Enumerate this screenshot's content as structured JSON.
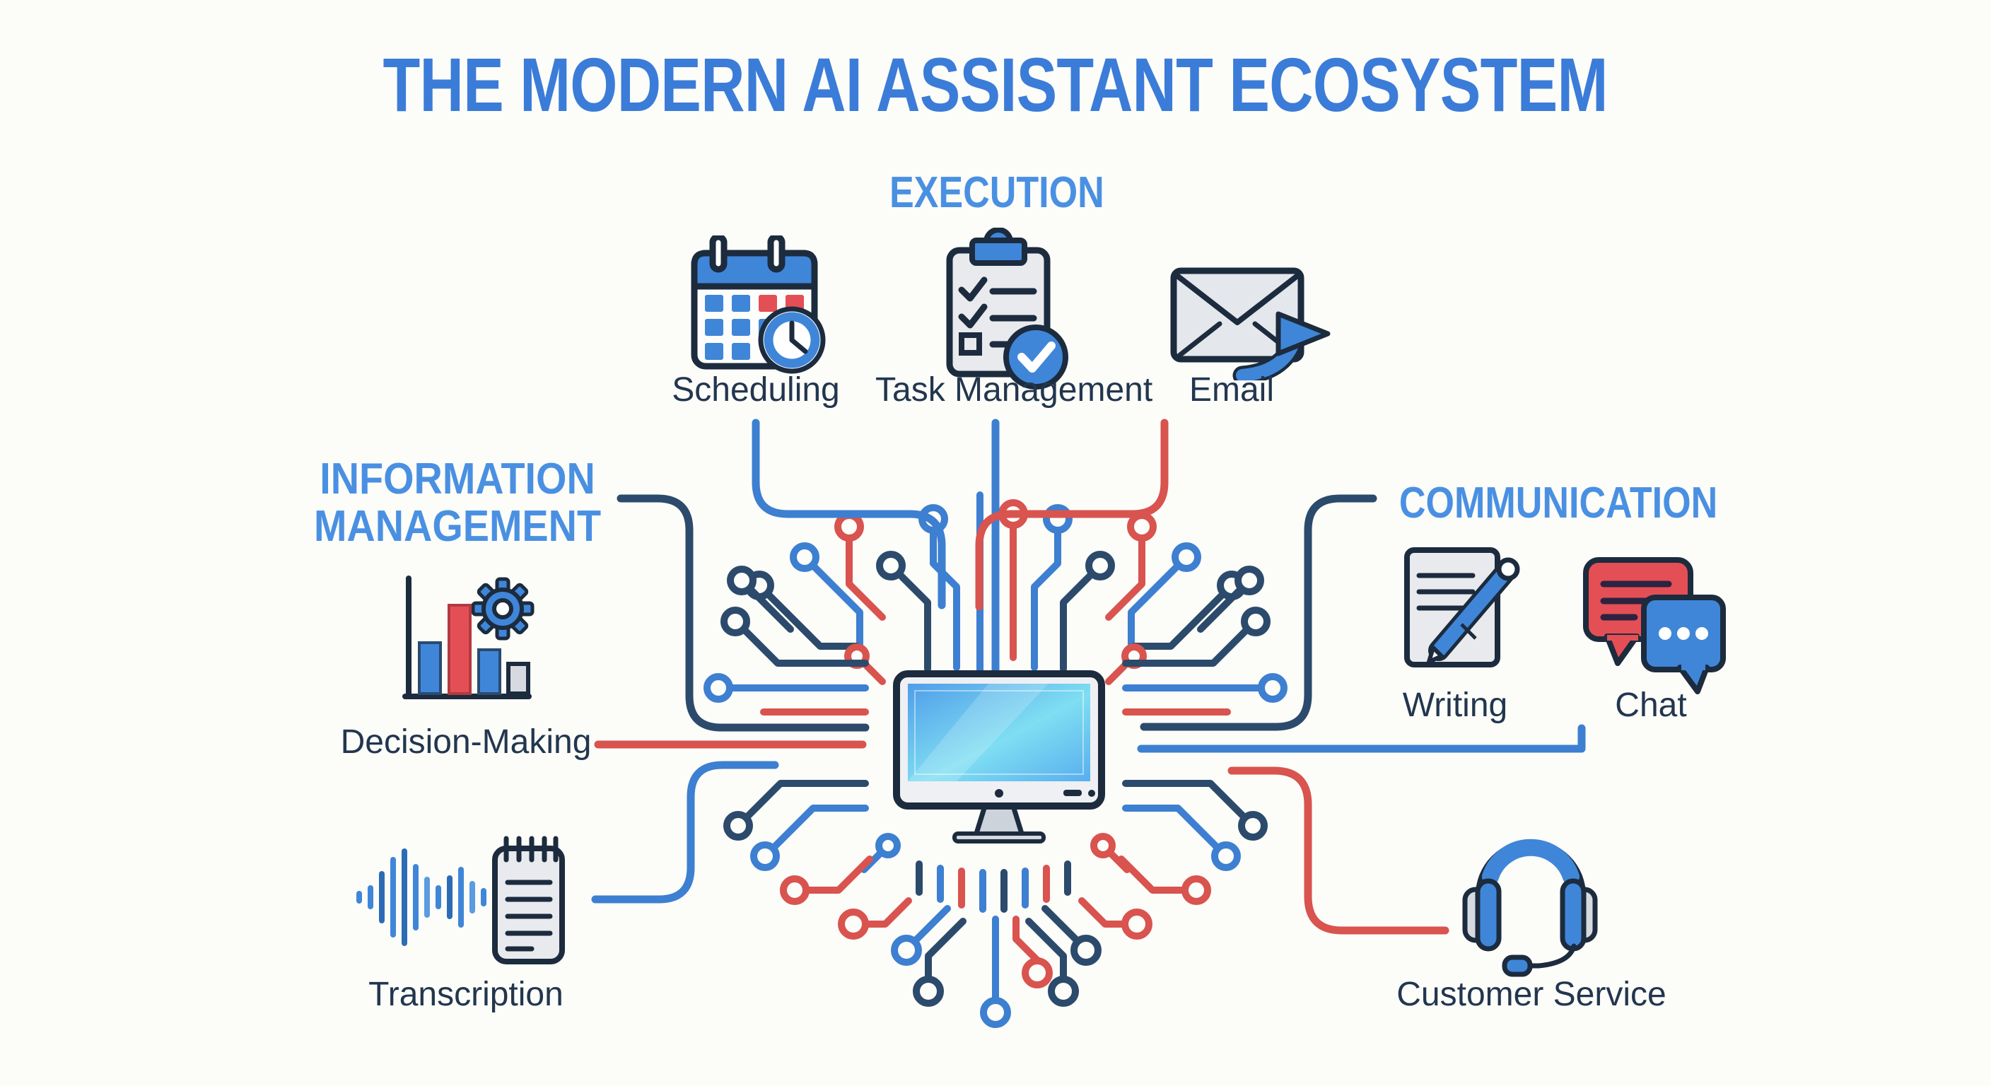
{
  "title": "THE MODERN AI ASSISTANT ECOSYSTEM",
  "sections": {
    "execution": {
      "heading": "EXECUTION",
      "items": [
        {
          "label": "Scheduling",
          "icon": "calendar-clock-icon"
        },
        {
          "label": "Task Management",
          "icon": "clipboard-check-icon"
        },
        {
          "label": "Email",
          "icon": "envelope-send-icon"
        }
      ]
    },
    "information_management": {
      "heading": "INFORMATION MANAGEMENT",
      "items": [
        {
          "label": "Decision-Making",
          "icon": "bar-chart-gear-icon"
        },
        {
          "label": "Transcription",
          "icon": "waveform-notepad-icon"
        }
      ]
    },
    "communication": {
      "heading": "COMMUNICATION",
      "items": [
        {
          "label": "Writing",
          "icon": "document-pen-icon"
        },
        {
          "label": "Chat",
          "icon": "chat-bubbles-icon"
        },
        {
          "label": "Customer Service",
          "icon": "headset-icon"
        }
      ]
    },
    "center": {
      "icon": "desktop-monitor-icon"
    }
  },
  "colors": {
    "title_blue": "#3b7cd8",
    "heading_blue": "#4a90e2",
    "label_navy": "#22364e",
    "line_blue": "#3d7fd1",
    "line_red": "#d9534f",
    "line_navy": "#2c4a6b",
    "icon_blue": "#3f86d8",
    "icon_red": "#e44f55",
    "icon_gray": "#e8eaee",
    "background": "#fcfcf9"
  }
}
